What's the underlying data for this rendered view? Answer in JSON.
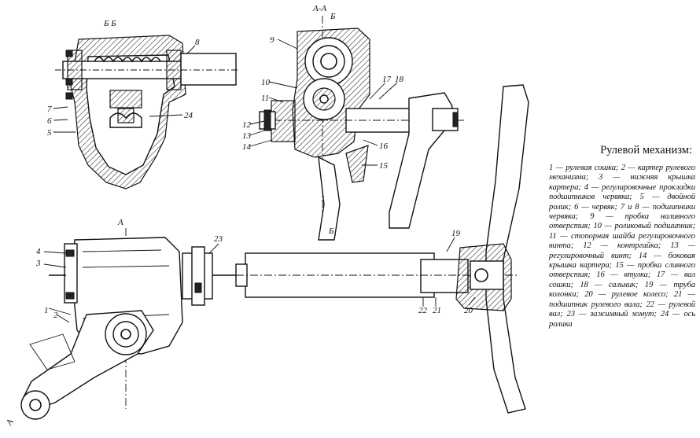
{
  "caption": {
    "title": "Рулевой механизм:",
    "body": "1 — рулевая сошка; 2 — картер рулевого механизма; 3 — нижняя крышка картера; 4 — регулировочные прокладки подшипников червяка; 5 — двойной ролик; 6 — червяк; 7 и 8 — подшипники червяка; 9 — пробка наливного отверстия; 10 — роликовый подшипник; 11 — стопорная шайба регулировочного винта; 12 — контргайка; 13 — регулировочный винт; 14 — боковая крышка картера; 15 — пробка сливного отверстия; 16 — втулка; 17 — вал сошки; 18 — сальник; 19 — труба колонки; 20 — рулевое колесо; 21 — подшипник рулевого вала; 22 — рулевой вал; 23 — зажимный хомут; 24 — ось ролика"
  },
  "labels": {
    "section_bb": "Б Б",
    "section_aa": "А-А",
    "section_b_mark": "Б",
    "section_a_mark": "А",
    "n1": "1",
    "n2": "2",
    "n3": "3",
    "n4": "4",
    "n5": "5",
    "n6": "6",
    "n7": "7",
    "n8": "8",
    "n9": "9",
    "n10": "10",
    "n11": "11",
    "n12": "12",
    "n13": "13",
    "n14": "14",
    "n15": "15",
    "n16": "16",
    "n17": "17",
    "n18": "18",
    "n19": "19",
    "n20": "20",
    "n21": "21",
    "n22": "22",
    "n23": "23",
    "n24": "24"
  }
}
